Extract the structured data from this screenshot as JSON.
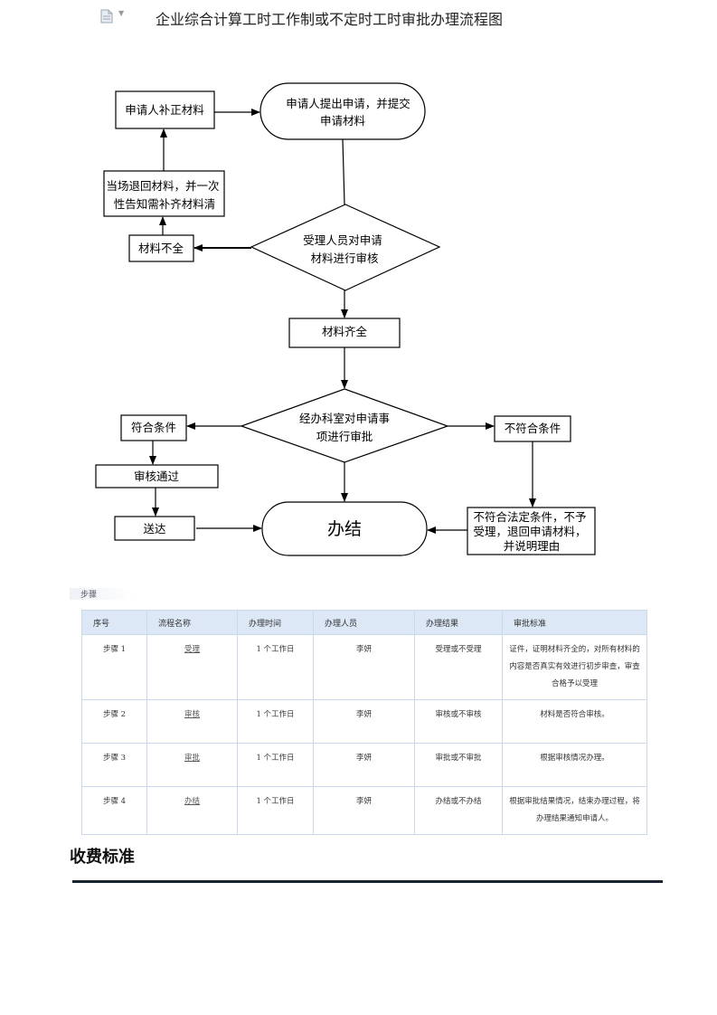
{
  "header": {
    "doc_icon": "document-icon",
    "title": "企业综合计算工时工作制或不定时工时审批办理流程图"
  },
  "flowchart": {
    "nodes": {
      "submit": [
        "申请人提出申请，并提交",
        "申请材料"
      ],
      "supplement": [
        "申请人补正材料"
      ],
      "return": [
        "当场退回材料，并一次",
        "性告知需补齐材料清"
      ],
      "incomplete": [
        "材料不全"
      ],
      "review": [
        "受理人员对申请",
        "材料进行审核"
      ],
      "complete": [
        "材料齐全"
      ],
      "approve": [
        "经办科室对申请事",
        "项进行审批"
      ],
      "qualified": [
        "符合条件"
      ],
      "passed": [
        "审核通过"
      ],
      "deliver": [
        "送达"
      ],
      "unqualified": [
        "不符合条件"
      ],
      "done": [
        "办结"
      ],
      "reject": [
        "不符合法定条件，不予",
        "受理，退回申请材料，",
        "并说明理由"
      ]
    }
  },
  "steps": {
    "label": "步骤",
    "headers": [
      "序号",
      "流程名称",
      "办理时间",
      "办理人员",
      "办理结果",
      "审批标准"
    ],
    "rows": [
      {
        "no": "步骤 1",
        "name": "受理",
        "time": "1 个工作日",
        "person": "李妍",
        "result": "受理或不受理",
        "standard": "证件，证明材料齐全的，对所有材料的内容是否真实有效进行初步审查，审查合格予以受理"
      },
      {
        "no": "步骤 2",
        "name": "审核",
        "time": "1 个工作日",
        "person": "李妍",
        "result": "审核或不审核",
        "standard": "材料是否符合审核。"
      },
      {
        "no": "步骤 3",
        "name": "审批",
        "time": "1 个工作日",
        "person": "李妍",
        "result": "审批或不审批",
        "standard": "根据审核情况办理。"
      },
      {
        "no": "步骤 4",
        "name": "办结",
        "time": "1 个工作日",
        "person": "李妍",
        "result": "办结或不办结",
        "standard": "根据审批结果情况，结束办理过程，将办理结果通知申请人。"
      }
    ]
  },
  "fee": {
    "title": "收费标准"
  }
}
